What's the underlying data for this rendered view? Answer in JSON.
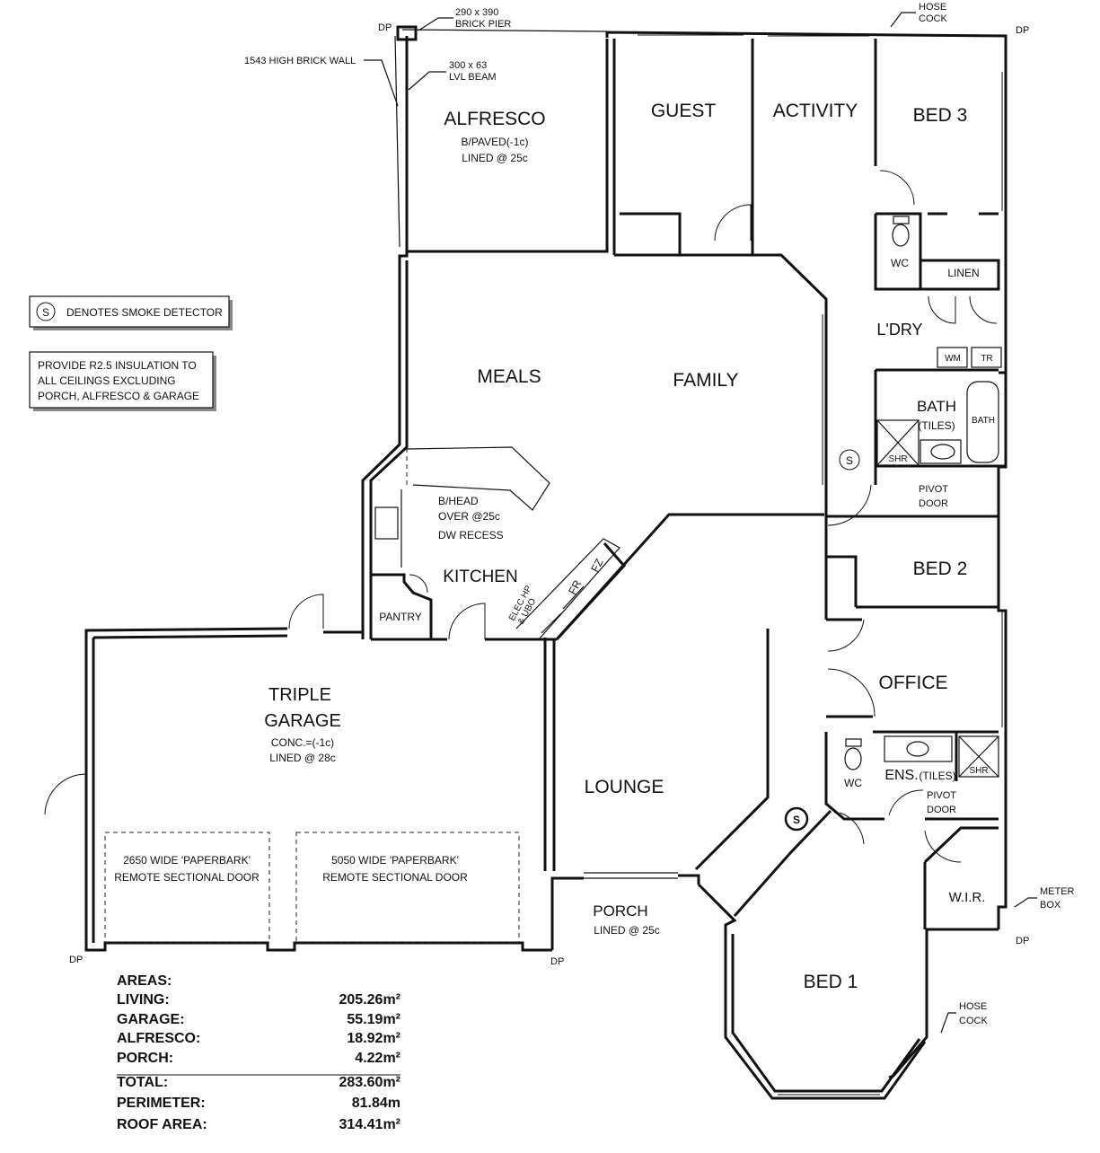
{
  "rooms": {
    "alfresco": "ALFRESCO",
    "alfresco_sub1": "B/PAVED(-1c)",
    "alfresco_sub2": "LINED @ 25c",
    "guest": "GUEST",
    "activity": "ACTIVITY",
    "bed3": "BED 3",
    "wc": "WC",
    "linen": "LINEN",
    "ldry": "L'DRY",
    "wm": "WM",
    "tr": "TR",
    "bath": "BATH",
    "bath_tiles": "(TILES)",
    "bath_tub": "BATH",
    "shr": "SHR",
    "pivot1": "PIVOT",
    "pivot2": "DOOR",
    "meals": "MEALS",
    "family": "FAMILY",
    "bed2": "BED 2",
    "office": "OFFICE",
    "ens": "ENS.",
    "ens_tiles": "(TILES)",
    "ens_wc": "WC",
    "ens_shr": "SHR",
    "wir": "W.I.R.",
    "kitchen": "KITCHEN",
    "pantry": "PANTRY",
    "bhead1": "B/HEAD",
    "bhead2": "OVER @25c",
    "dwrecess": "DW RECESS",
    "elec1": "ELEC HP",
    "elec2": "& UBO",
    "fr": "FR",
    "fz": "FZ",
    "garage1": "TRIPLE",
    "garage2": "GARAGE",
    "garage_sub1": "CONC.=(-1c)",
    "garage_sub2": "LINED @ 28c",
    "door1_a": "2650 WIDE 'PAPERBARK'",
    "door1_b": "REMOTE SECTIONAL DOOR",
    "door2_a": "5050 WIDE 'PAPERBARK'",
    "door2_b": "REMOTE SECTIONAL DOOR",
    "lounge": "LOUNGE",
    "porch": "PORCH",
    "porch_sub": "LINED @ 25c",
    "bed1": "BED 1",
    "smoke": "S"
  },
  "annotations": {
    "pier1": "290 x 390",
    "pier2": "BRICK PIER",
    "wall": "1543 HIGH BRICK WALL",
    "beam1": "300 x 63",
    "beam2": "LVL BEAM",
    "hose1a": "HOSE",
    "hose1b": "COCK",
    "hose2a": "HOSE",
    "hose2b": "COCK",
    "meter1": "METER",
    "meter2": "BOX",
    "dp": "DP"
  },
  "notes": {
    "smoke_symbol": "S",
    "smoke_text": "DENOTES SMOKE DETECTOR",
    "insul1": "PROVIDE R2.5 INSULATION TO",
    "insul2": "ALL CEILINGS EXCLUDING",
    "insul3": "PORCH, ALFRESCO & GARAGE"
  },
  "areas": {
    "heading": "AREAS:",
    "rows": [
      {
        "label": "LIVING:",
        "value": "205.26m²"
      },
      {
        "label": "GARAGE:",
        "value": "55.19m²"
      },
      {
        "label": "ALFRESCO:",
        "value": "18.92m²"
      },
      {
        "label": "PORCH:",
        "value": "4.22m²"
      },
      {
        "label": "TOTAL:",
        "value": "283.60m²"
      },
      {
        "label": "PERIMETER:",
        "value": "81.84m"
      },
      {
        "label": "ROOF AREA:",
        "value": "314.41m²"
      }
    ]
  }
}
